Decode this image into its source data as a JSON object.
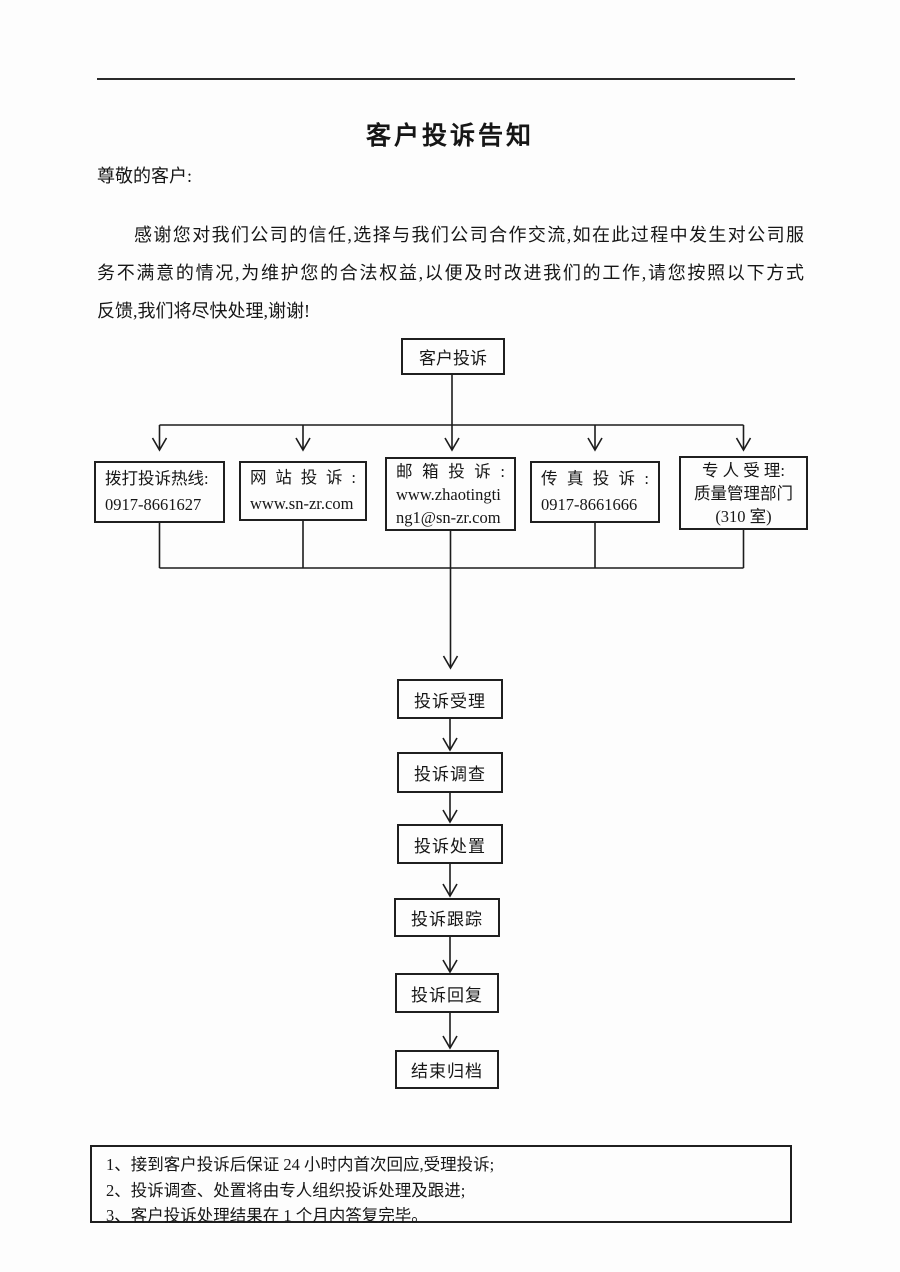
{
  "doc": {
    "title": "客户投诉告知",
    "greeting": "尊敬的客户:",
    "body_lines": [
      "感谢您对我们公司的信任,选择与我们公司合作交流,如在此过程中发生对公司服",
      "务不满意的情况,为维护您的合法权益,以便及时改进我们的工作,请您按照以下方式",
      "反馈,我们将尽快处理,谢谢!"
    ]
  },
  "flowchart": {
    "start": "客户投诉",
    "channels": [
      {
        "lines": [
          "拨打投诉热线:",
          "0917-8661627"
        ]
      },
      {
        "lines": [
          "网 站 投 诉 :",
          "www.sn-zr.com"
        ]
      },
      {
        "lines": [
          "邮 箱 投 诉 :",
          "www.zhaotingti",
          "ng1@sn-zr.com"
        ]
      },
      {
        "lines": [
          "传 真 投 诉 :",
          "0917-8661666"
        ]
      },
      {
        "lines": [
          "专 人 受 理:",
          "质量管理部门",
          "(310 室)"
        ]
      }
    ],
    "steps": [
      "投诉受理",
      "投诉调查",
      "投诉处置",
      "投诉跟踪",
      "投诉回复",
      "结束归档"
    ]
  },
  "notes": [
    "1、接到客户投诉后保证 24 小时内首次回应,受理投诉;",
    "2、投诉调查、处置将由专人组织投诉处理及跟进;",
    "3、客户投诉处理结果在 1 个月内答复完毕。"
  ]
}
